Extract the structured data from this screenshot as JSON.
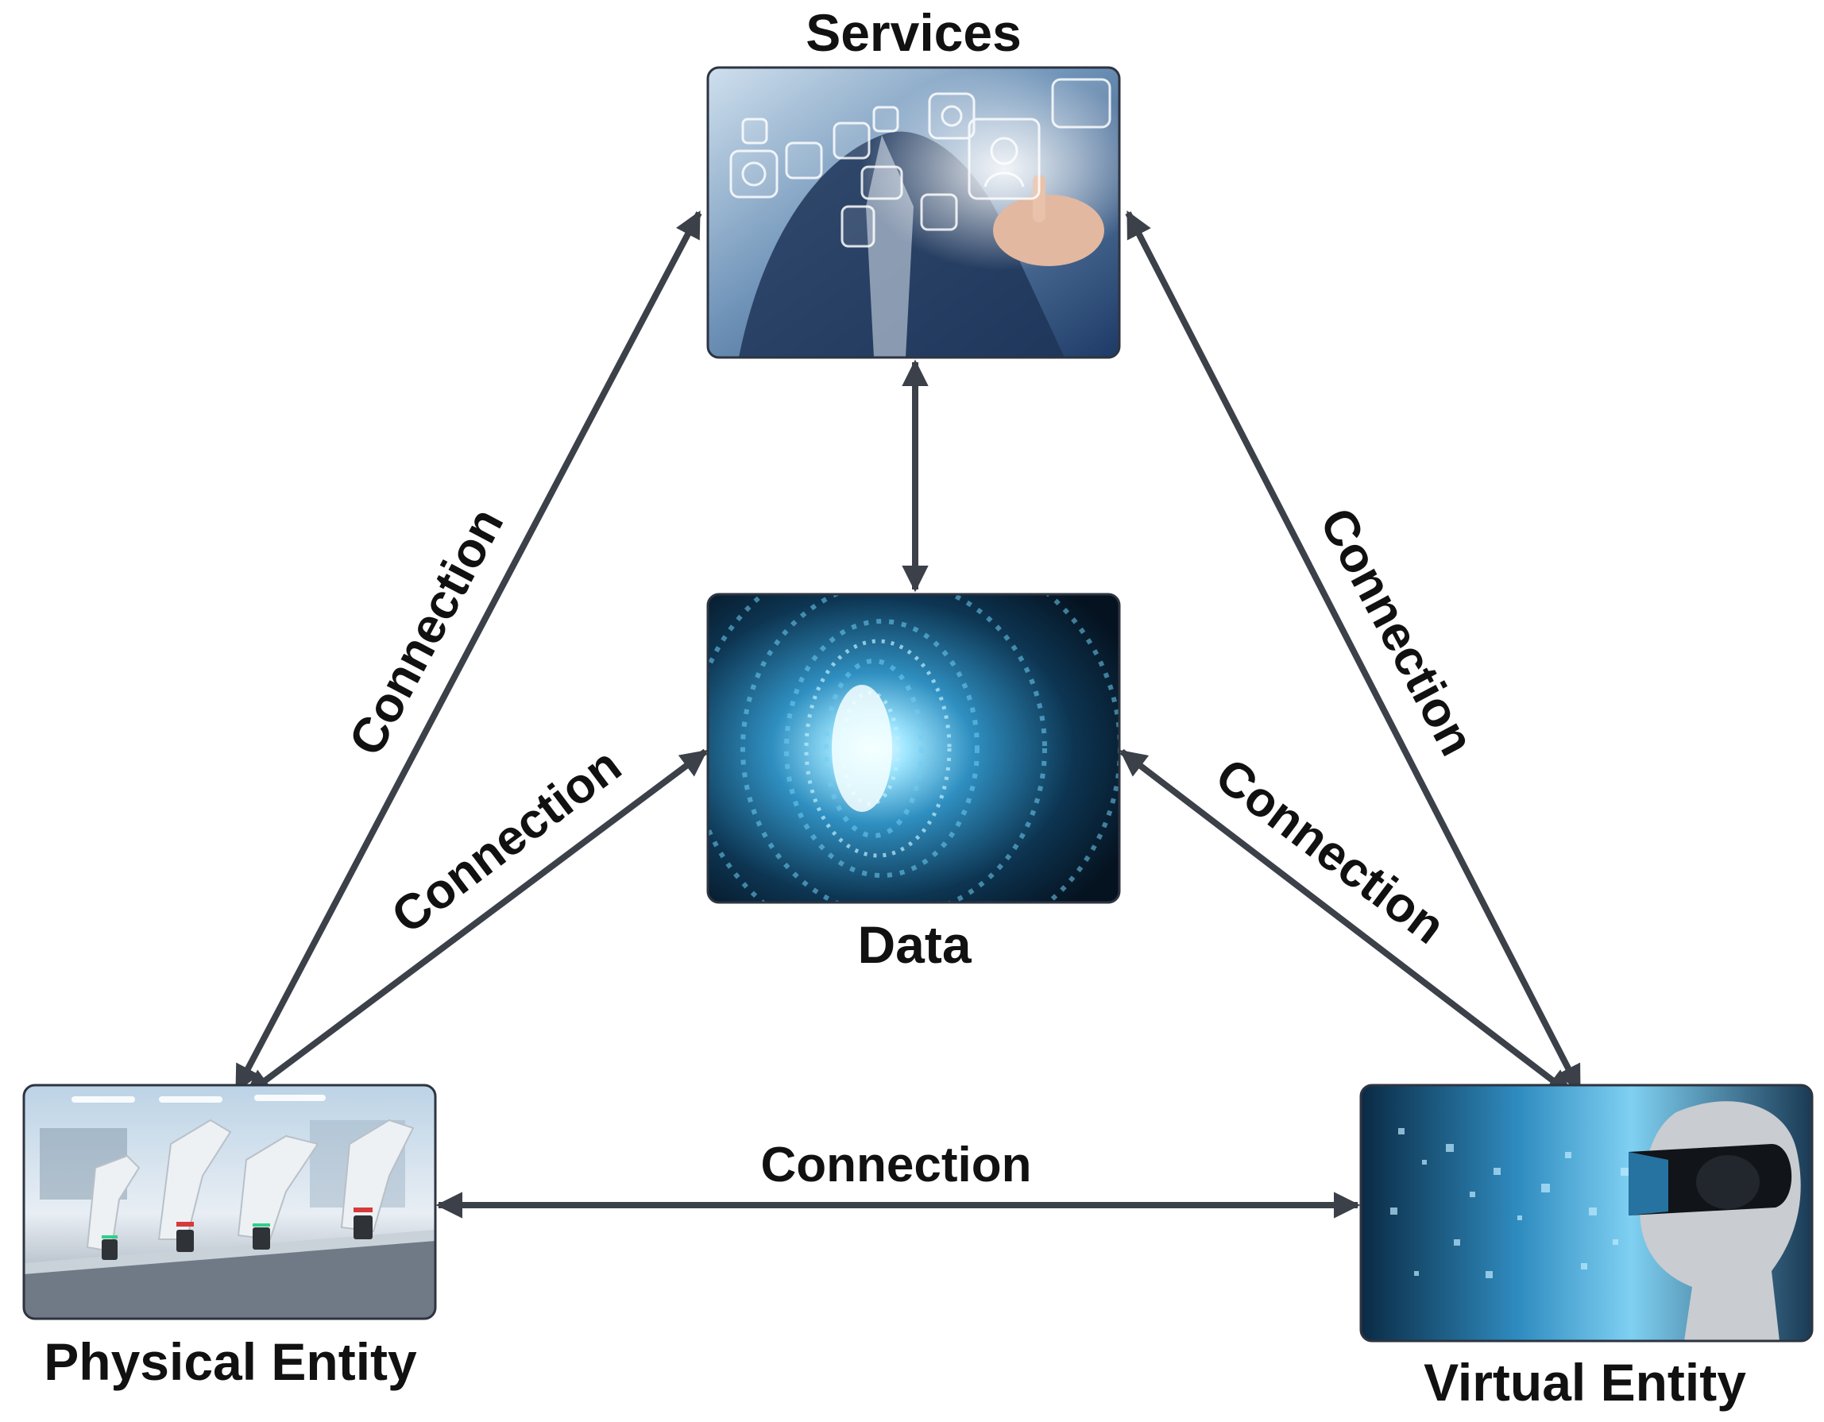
{
  "nodes": {
    "services": {
      "label": "Services",
      "picture": "person-touching-service-icons"
    },
    "data": {
      "label": "Data",
      "picture": "binary-code-tunnel"
    },
    "physical": {
      "label": "Physical Entity",
      "picture": "robotic-arms-assembly-line"
    },
    "virtual": {
      "label": "Virtual Entity",
      "picture": "vr-headset-disintegrating-head"
    }
  },
  "connections": {
    "physical_services": "Connection",
    "physical_data": "Connection",
    "virtual_services": "Connection",
    "virtual_data": "Connection",
    "physical_virtual": "Connection"
  },
  "colors": {
    "arrow": "#3b4049",
    "text": "#111111",
    "background": "#ffffff"
  }
}
